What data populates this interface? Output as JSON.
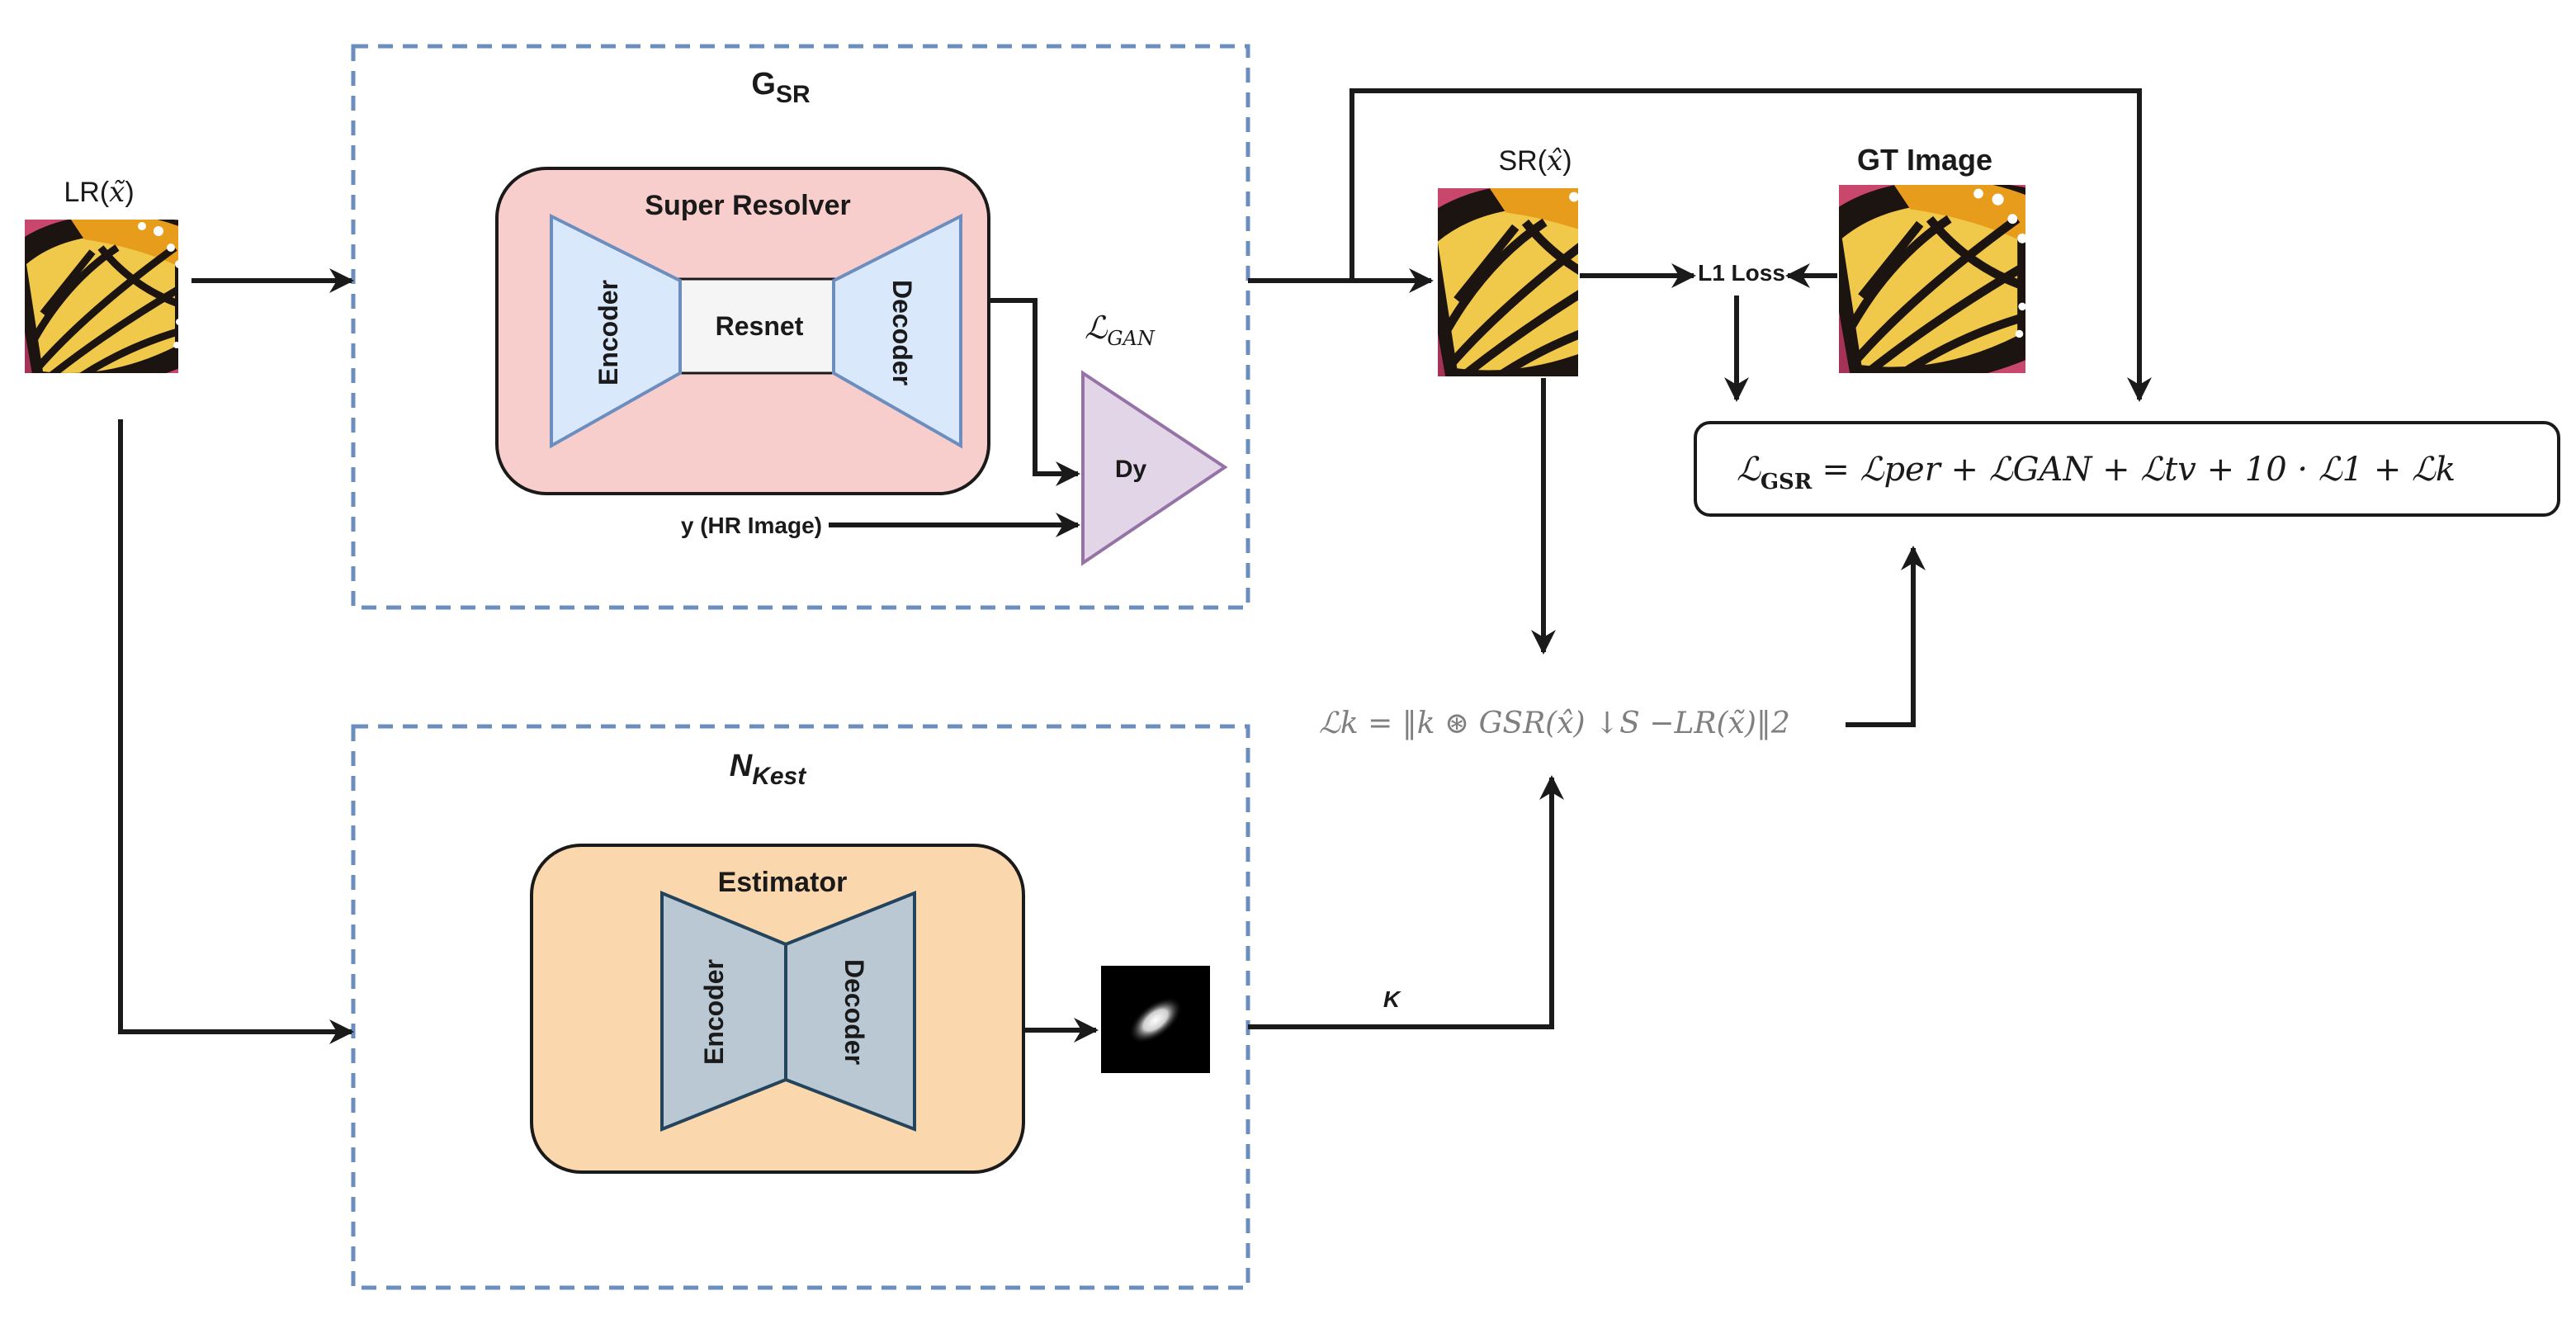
{
  "colors": {
    "dashed_box": "#6c8ebf",
    "super_resolver_fill": "#f8cecc",
    "estimator_fill": "#fad7ac",
    "trap_fill": "#dae8fc",
    "trap_stroke": "#6c8ebf",
    "est_trap_fill": "#bac8d3",
    "est_trap_stroke": "#23445d",
    "resnet_fill": "#f5f5f5",
    "disc_fill": "#e1d5e7",
    "disc_stroke": "#9673a6",
    "arrow": "#1a1a1a",
    "wing_orange": "#e79c1c",
    "wing_yellow": "#f1c94a",
    "flower_pink": "#c9466c",
    "equation_gray": "#7f7f7f"
  },
  "lr_input": {
    "label_prefix": "LR",
    "label_var": "x̃"
  },
  "gsr": {
    "title_main": "G",
    "title_sub": "SR",
    "super_resolver": "Super Resolver",
    "encoder": "Encoder",
    "resnet": "Resnet",
    "decoder": "Decoder",
    "gan_loss_symbol": "ℒ",
    "gan_loss_sub": "GAN",
    "discriminator": "Dy",
    "hr_input": "y (HR Image)"
  },
  "nkest": {
    "title_main": "N",
    "title_sub": "Kest",
    "estimator": "Estimator",
    "encoder": "Encoder",
    "decoder": "Decoder",
    "kernel_label": "K"
  },
  "sr_output": {
    "label_prefix": "SR",
    "label_var": "x̂"
  },
  "gt": {
    "label": "GT Image"
  },
  "l1_loss": "L1 Loss",
  "total_loss": {
    "lhs_symbol": "ℒ",
    "lhs_sub": "GSR",
    "rhs": "= ℒper + ℒGAN + ℒtv + 10 · ℒ1 + ℒk"
  },
  "kernel_loss": {
    "equation": "ℒk = ‖k ⊛ GSR(x̂) ↓S −LR(x̃)‖2"
  }
}
